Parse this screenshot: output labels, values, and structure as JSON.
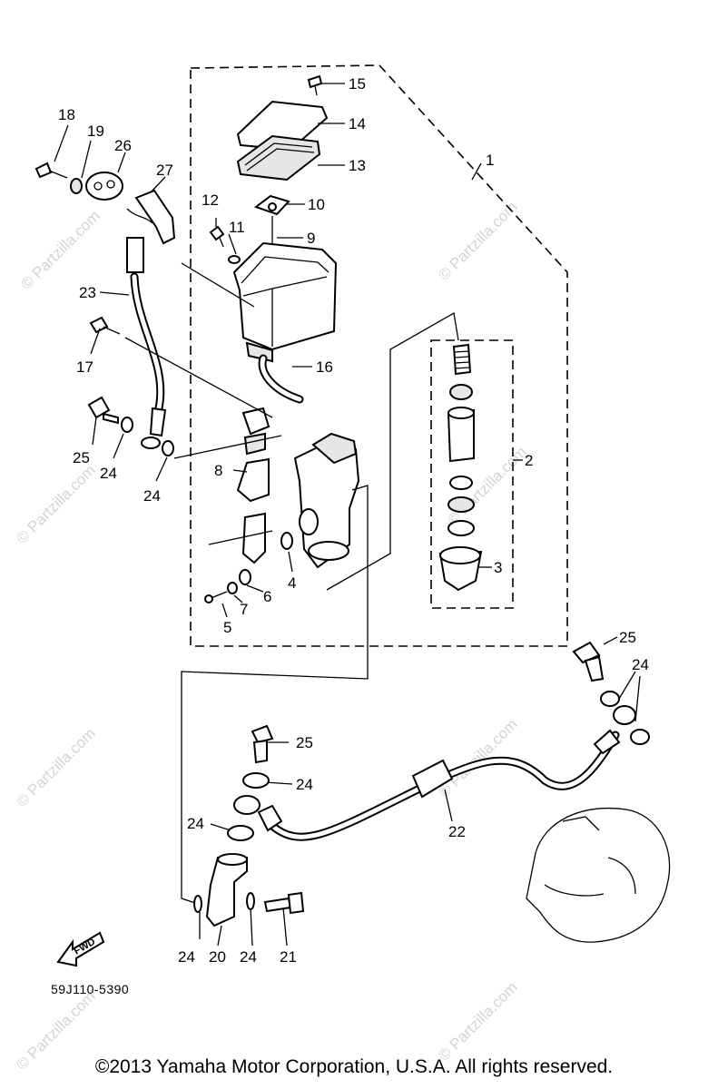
{
  "diagram": {
    "callouts": {
      "c1": "1",
      "c2": "2",
      "c3": "3",
      "c4": "4",
      "c5": "5",
      "c6": "6",
      "c7": "7",
      "c8": "8",
      "c9": "9",
      "c10": "10",
      "c11": "11",
      "c12": "12",
      "c13": "13",
      "c14": "14",
      "c15": "15",
      "c16": "16",
      "c17": "17",
      "c18": "18",
      "c19": "19",
      "c20": "20",
      "c21": "21",
      "c22": "22",
      "c23": "23",
      "c24": "24",
      "c25": "25",
      "c26": "26",
      "c27": "27"
    },
    "forward_label": "FWD",
    "diagram_code": "59J110-5390"
  },
  "watermark": "© Partzilla.com",
  "copyright": "©2013 Yamaha Motor Corporation, U.S.A. All rights reserved."
}
